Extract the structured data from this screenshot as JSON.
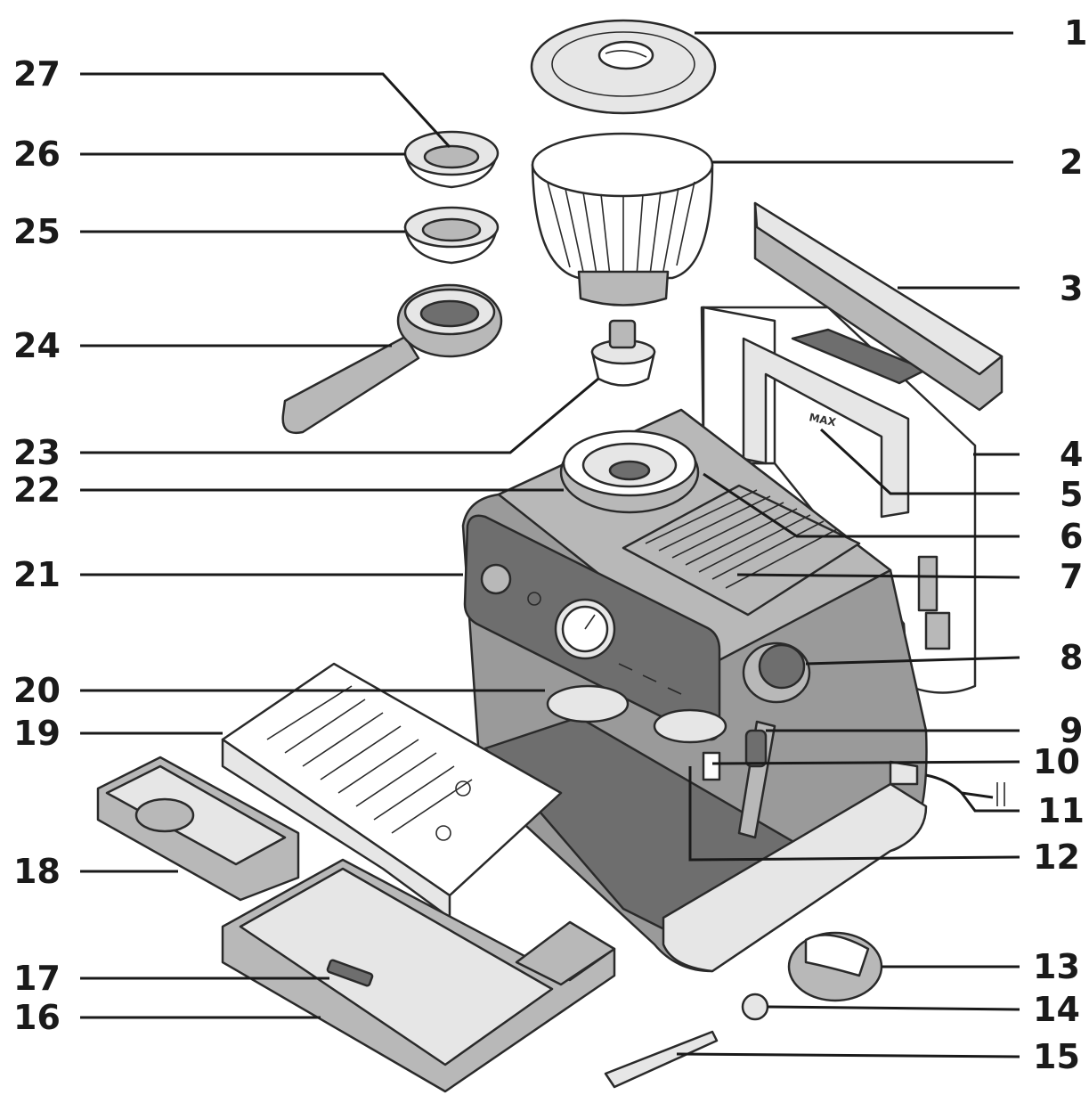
{
  "diagram": {
    "max_mark": "MAX",
    "callouts": [
      "1",
      "2",
      "3",
      "4",
      "5",
      "6",
      "7",
      "8",
      "9",
      "10",
      "11",
      "12",
      "13",
      "14",
      "15",
      "16",
      "17",
      "18",
      "19",
      "20",
      "21",
      "22",
      "23",
      "24",
      "25",
      "26",
      "27"
    ]
  }
}
